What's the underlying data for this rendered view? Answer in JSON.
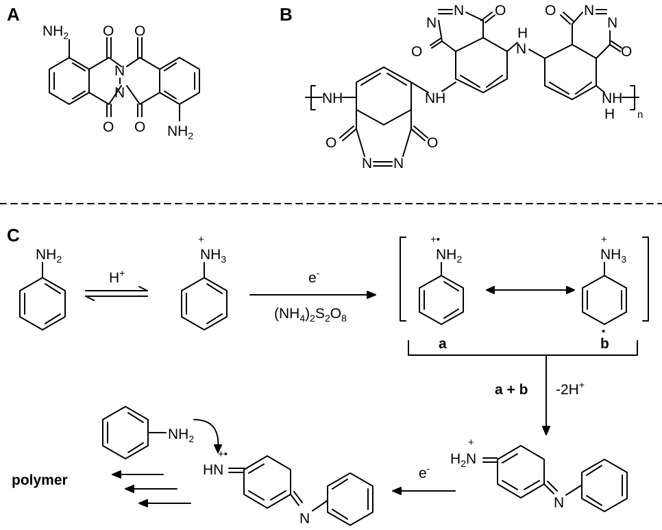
{
  "panels": {
    "a": "A",
    "b": "B",
    "c": "C"
  },
  "atoms": {
    "nh2": "NH",
    "nh3": "NH",
    "n": "N",
    "nh": "NH",
    "h": "H",
    "hn": "HN",
    "o": "O",
    "sub2": "2",
    "sub3": "3",
    "subn": "n",
    "plus": "+",
    "plus_radical": "+•",
    "radical": "•"
  },
  "reagents": {
    "h_plus": "H",
    "h_plus_sup": "+",
    "e_minus": "e",
    "e_minus_sup": "-",
    "oxidant_main": "(NH",
    "oxidant_rest": ")",
    "oxidant_s": "S",
    "oxidant_o": "O",
    "oxidant_sub_4": "4",
    "oxidant_sub_2": "2",
    "oxidant_sub_8": "8",
    "loss": "-2H",
    "loss_sup": "+",
    "combine": "a + b"
  },
  "labels": {
    "a": "a",
    "b": "b",
    "polymer": "polymer"
  }
}
